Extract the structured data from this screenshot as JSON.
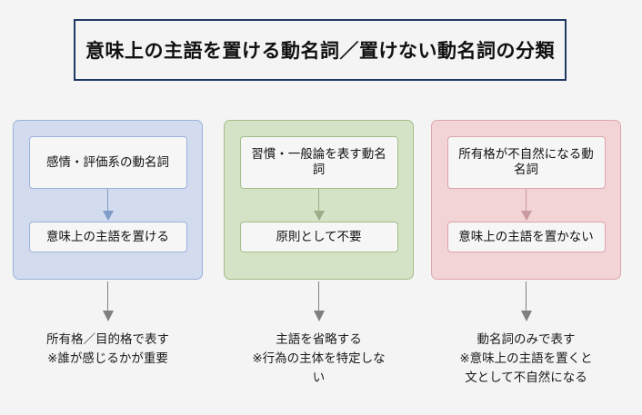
{
  "title": {
    "text": "意味上の主語を置ける動名詞／置けない動名詞の分類"
  },
  "columns": [
    {
      "id": "emotion-evaluation",
      "accent": "#9bb2d8",
      "panel_fill": "#d3dcef",
      "top_node": "感情・評価系の動名詞",
      "bottom_node": "意味上の主語を置ける",
      "caption_line1": "所有格／目的格で表す",
      "caption_line2": "※誰が感じるかが重要",
      "caption_line3": ""
    },
    {
      "id": "habit-generalization",
      "accent": "#a3bd8a",
      "panel_fill": "#d4e2c5",
      "top_node": "習慣・一般論を表す動名詞",
      "bottom_node": "原則として不要",
      "caption_line1": "主語を省略する",
      "caption_line2": "※行為の主体を特定しな",
      "caption_line3": "い"
    },
    {
      "id": "unnatural-possessive",
      "accent": "#dda5ac",
      "panel_fill": "#f2d3d6",
      "top_node": "所有格が不自然になる動名詞",
      "bottom_node": "意味上の主語を置かない",
      "caption_line1": "動名詞のみで表す",
      "caption_line2": "※意味上の主語を置くと",
      "caption_line3": "文として不自然になる"
    }
  ],
  "arrows": {
    "inner_icon": "arrow-down-icon",
    "outer_icon": "arrow-down-icon",
    "outer_color": "#808080"
  },
  "colors": {
    "background": "#f4f4f4",
    "title_border": "#1f3864",
    "node_fill": "#f6f6f6",
    "text": "#111111"
  }
}
